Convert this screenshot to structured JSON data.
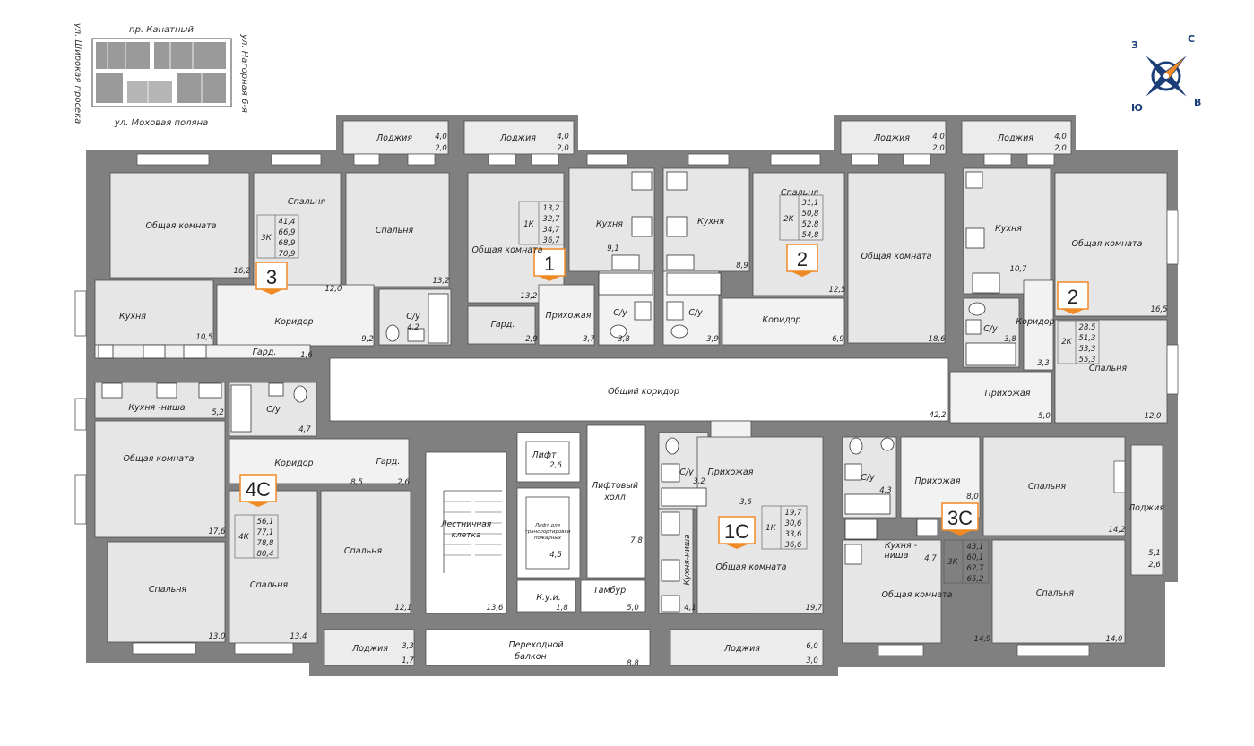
{
  "location_map": {
    "street_top": "пр. Канатный",
    "street_bottom": "ул. Моховая поляна",
    "street_left": "ул. Широкая просека",
    "street_right": "ул. Нагорная 6-я"
  },
  "compass": {
    "n": "С",
    "e": "В",
    "s": "Ю",
    "w": "З"
  },
  "colors": {
    "wall": "#808080",
    "room": "#e6e6e6",
    "lighter": "#f2f2f2",
    "marker": "#f08a24"
  },
  "loggias_top": [
    {
      "label": "Лоджия",
      "a": "4,0",
      "b": "2,0"
    },
    {
      "label": "Лоджия",
      "a": "4,0",
      "b": "2,0"
    },
    {
      "label": "Лоджия",
      "a": "4,0",
      "b": "2,0"
    },
    {
      "label": "Лоджия",
      "a": "4,0",
      "b": "2,0"
    }
  ],
  "apt3": {
    "marker": "3",
    "type": "3К",
    "areas": [
      "41,4",
      "66,9",
      "68,9",
      "70,9"
    ],
    "rooms": {
      "living": "Общая комната",
      "living_area": "16,2",
      "bed1": "Спальня",
      "bed1_area": "12,0",
      "bed2": "Спальня",
      "bed2_area": "13,2",
      "kitchen": "Кухня",
      "kitchen_area": "10,5",
      "corridor": "Коридор",
      "corridor_area": "9,2",
      "wc": "С/у",
      "wc_area": "4,2",
      "gard": "Гард.",
      "gard_area": "1,6"
    }
  },
  "apt1": {
    "marker": "1",
    "type": "1К",
    "areas": [
      "13,2",
      "32,7",
      "34,7",
      "36,7"
    ],
    "rooms": {
      "living": "Общая комната",
      "living_area": "13,2",
      "kitchen": "Кухня",
      "kitchen_area": "9,1",
      "gard": "Гард.",
      "gard_area": "2,9",
      "hall": "Прихожая",
      "hall_area": "3,7",
      "wc": "С/у",
      "wc_area": "3,8"
    }
  },
  "apt2a": {
    "marker": "2",
    "type": "2К",
    "areas": [
      "31,1",
      "50,8",
      "52,8",
      "54,8"
    ],
    "rooms": {
      "bed": "Спальня",
      "bed_area": "12,5",
      "kitchen": "Кухня",
      "kitchen_area": "8,9",
      "wc": "С/у",
      "wc_area": "3,9",
      "corridor": "Коридор",
      "corridor_area": "6,9",
      "living": "Общая комната",
      "living_area": "18,6"
    }
  },
  "apt2b": {
    "marker": "2",
    "type": "2К",
    "areas": [
      "28,5",
      "51,3",
      "53,3",
      "55,3"
    ],
    "rooms": {
      "kitchen": "Кухня",
      "kitchen_area": "10,7",
      "living": "Общая комната",
      "living_area": "16,5",
      "wc": "С/у",
      "wc_area": "3,8",
      "corridor": "Коридор",
      "corridor_area": "3,3",
      "bed": "Спальня",
      "bed_area": "12,0",
      "hall": "Прихожая",
      "hall_area": "5,0"
    }
  },
  "apt4c": {
    "marker": "4С",
    "type": "4К",
    "areas": [
      "56,1",
      "77,1",
      "78,8",
      "80,4"
    ],
    "rooms": {
      "kitchen": "Кухня -ниша",
      "kitchen_area": "5,2",
      "wc": "С/у",
      "wc_area": "4,7",
      "living": "Общая комната",
      "living_area": "17,6",
      "corridor": "Коридор",
      "corridor_area": "8,5",
      "gard": "Гард.",
      "gard_area": "2,6",
      "bed1": "Спальня",
      "bed1_area": "13,0",
      "bed2": "Спальня",
      "bed2_area": "13,4",
      "bed3": "Спальня",
      "bed3_area": "12,1",
      "loggia": "Лоджия",
      "loggia_a": "3,3",
      "loggia_b": "1,7"
    }
  },
  "apt1c": {
    "marker": "1С",
    "type": "1К",
    "areas": [
      "19,7",
      "30,6",
      "33,6",
      "36,6"
    ],
    "rooms": {
      "wc": "С/у",
      "wc_area": "3,2",
      "hall": "Прихожая",
      "hall_area": "3,6",
      "kitchen": "Кухня-ниша",
      "kitchen_area": "4,1",
      "living": "Общая комната",
      "living_area": "19,7",
      "loggia": "Лоджия",
      "loggia_a": "6,0",
      "loggia_b": "3,0"
    }
  },
  "apt3c": {
    "marker": "3С",
    "type": "3К",
    "areas": [
      "43,1",
      "60,1",
      "62,7",
      "65,2"
    ],
    "rooms": {
      "wc": "С/у",
      "wc_area": "4,3",
      "hall": "Прихожая",
      "hall_area": "8,0",
      "bed1": "Спальня",
      "bed1_area": "14,2",
      "kitchen": "Кухня -",
      "kitchen2": "ниша",
      "kitchen_area": "4,7",
      "living": "Общая комната",
      "living_area": "14,9",
      "bed2": "Спальня",
      "bed2_area": "14,0",
      "loggia": "Лоджия",
      "loggia_a": "5,1",
      "loggia_b": "2,6"
    }
  },
  "common": {
    "corridor": "Общий коридор",
    "corridor_area": "42,2",
    "stairs1": "Лестничная",
    "stairs2": "клетка",
    "stairs_area": "13,6",
    "lift": "Лифт",
    "lift_area": "2,6",
    "lift_big1": "Лифт для",
    "lift_big2": "транспортировки",
    "lift_big3": "пожарных",
    "lift_big_area": "4,5",
    "hall1": "Лифтовый",
    "hall2": "холл",
    "hall_area": "7,8",
    "kui": "К.у.и.",
    "kui_area": "1,8",
    "tambur": "Тамбур",
    "tambur_area": "5,0",
    "balcony1": "Переходной",
    "balcony2": "балкон",
    "balcony_area": "8,8"
  }
}
